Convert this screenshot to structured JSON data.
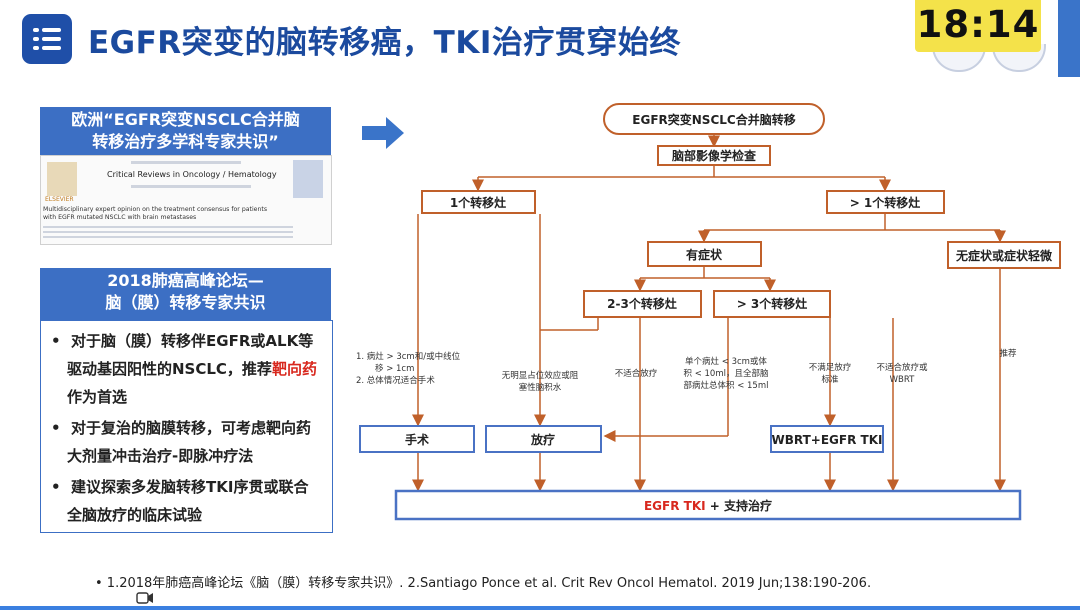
{
  "header": {
    "title": "EGFR突变的脑转移癌，TKI治疗贯穿始终",
    "clock": "18:14"
  },
  "left": {
    "europe_box": "欧洲“EGFR突变NSCLC合并脑转移治疗多学科专家共识”",
    "europe_line1": "欧洲“EGFR突变NSCLC合并脑",
    "europe_line2": "转移治疗多学科专家共识”",
    "paper": {
      "journal": "Critical Reviews in Oncology / Hematology",
      "publisher": "ELSEVIER",
      "article_title_1": "Multidisciplinary expert opinion on the treatment consensus for patients",
      "article_title_2": "with EGFR mutated NSCLC with brain metastases"
    },
    "forum_line1": "2018肺癌高峰论坛—",
    "forum_line2": "脑（膜）转移专家共识",
    "bullets": {
      "b1_l1": "对于脑（膜）转移伴EGFR或ALK等",
      "b1_l2a": "驱动基因阳性的NSCLC，推荐",
      "b1_l2b": "靶向药",
      "b1_l3": "作为首选",
      "b2_l1": "对于复治的脑膜转移，可考虑靶向药",
      "b2_l2": "大剂量冲击治疗-即脉冲疗法",
      "b3_l1": "建议探索多发脑转移TKI序贯或联合",
      "b3_l2": "全脑放疗的临床试验"
    }
  },
  "flow": {
    "top": "EGFR突变NSCLC合并脑转移",
    "imaging": "脑部影像学检查",
    "one": "1个转移灶",
    "many": "> 1个转移灶",
    "symptomatic": "有症状",
    "asymptomatic": "无症状或症状轻微",
    "two_three": "2-3个转移灶",
    "gt_three": "> 3个转移灶",
    "c1_l1": "1.   病灶 > 3cm和/或中线位",
    "c1_l2": "移 > 1cm",
    "c1_l3": "2.   总体情况适合手术",
    "c2_l1": "无明显占位效应或阻",
    "c2_l2": "塞性脑积水",
    "c3": "不适合放疗",
    "c4_l1": "单个病灶 < 3cm或体",
    "c4_l2": "积 < 10ml，且全部脑",
    "c4_l3": "部病灶总体积 < 15ml",
    "c5_l1": "不满足放疗",
    "c5_l2": "标准",
    "c6_l1": "不适合放疗或",
    "c6_l2": "WBRT",
    "c7": "推荐",
    "surgery": "手术",
    "radiotherapy": "放疗",
    "wbrt": "WBRT+EGFR TKI",
    "final_red": "EGFR TKI",
    "final_black": " + 支持治疗"
  },
  "footnote": "•   1.2018年肺癌高峰论坛《脑（膜）转移专家共识》.     2.Santiago Ponce et al. Crit Rev Oncol Hematol. 2019 Jun;138:190-206.",
  "colors": {
    "accent": "#1f4fa8",
    "box_blue": "#3c6fc4",
    "flow_orange": "#c0602a",
    "flow_blue": "#4a72c4",
    "red": "#d8281e"
  }
}
